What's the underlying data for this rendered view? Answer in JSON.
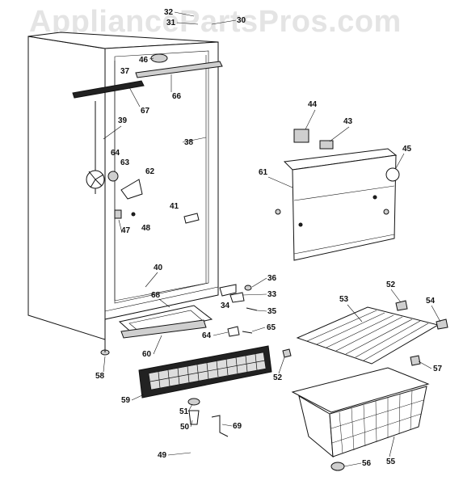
{
  "watermark": "AppliancePartsPros.com",
  "part_numbers": [
    "32",
    "31",
    "30",
    "46",
    "37",
    "66",
    "67",
    "39",
    "38",
    "64",
    "63",
    "62",
    "41",
    "47",
    "48",
    "40",
    "68",
    "34",
    "36",
    "33",
    "35",
    "60",
    "65",
    "58",
    "59",
    "51",
    "50",
    "49",
    "69",
    "44",
    "43",
    "45",
    "61",
    "52",
    "53",
    "54",
    "57",
    "55",
    "56"
  ]
}
